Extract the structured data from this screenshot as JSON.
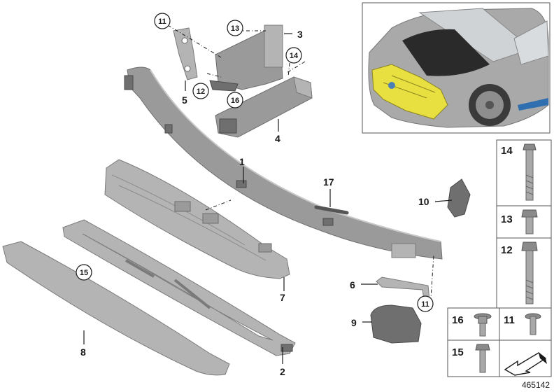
{
  "diagram_id": "465142",
  "callouts": {
    "c1": "1",
    "c2": "2",
    "c3": "3",
    "c4": "4",
    "c5": "5",
    "c6": "6",
    "c7": "7",
    "c8": "8",
    "c9": "9",
    "c10": "10",
    "c11a": "11",
    "c11b": "11",
    "c12": "12",
    "c13": "13",
    "c14": "14",
    "c15": "15",
    "c16": "16",
    "c17": "17"
  },
  "fastener_table": {
    "t14": "14",
    "t13": "13",
    "t12": "12",
    "t16": "16",
    "t11": "11",
    "t15": "15"
  },
  "inset": {
    "highlight_color": "#e8e040",
    "car_color": "#a9a9a9"
  }
}
